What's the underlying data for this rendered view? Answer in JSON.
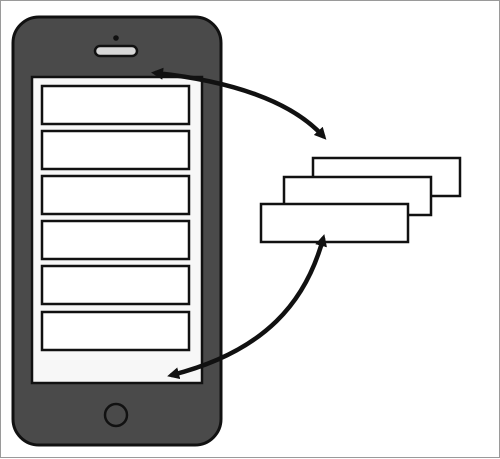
{
  "diagram": {
    "phone_color": "#4a4a4a",
    "outline_color": "#111111",
    "screen_color": "#f7f7f7",
    "row_fill": "#ffffff",
    "list_row_count": 6,
    "stacked_card_count": 3,
    "connectors": 2
  }
}
